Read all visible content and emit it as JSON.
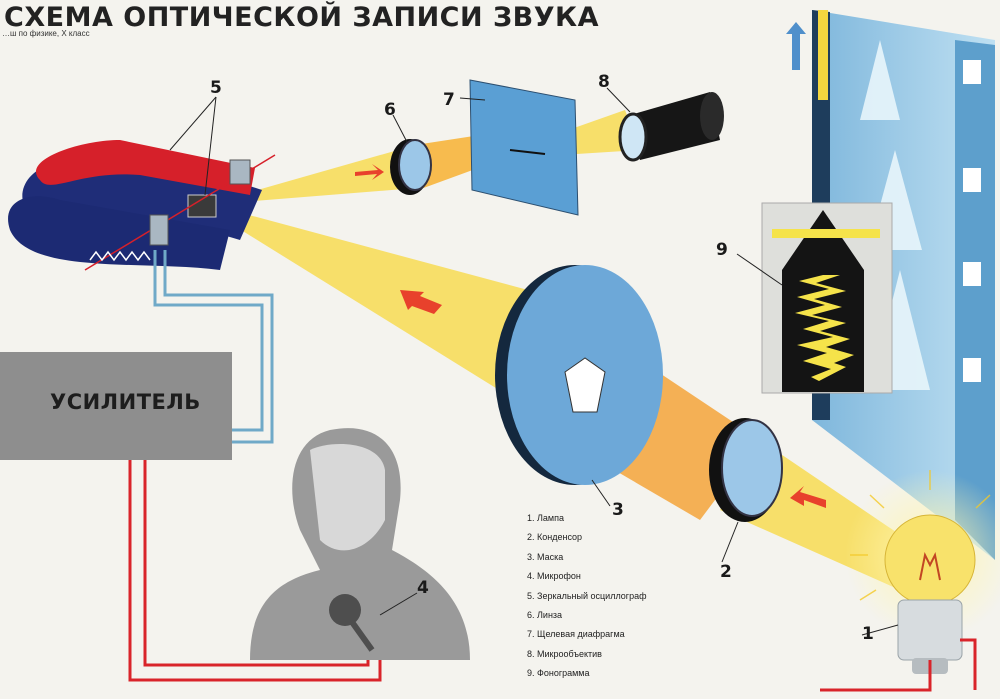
{
  "title": "СХЕМА ОПТИЧЕСКОЙ ЗАПИСИ ЗВУКА",
  "subtitle": "…ш по физике, X класс",
  "amplifier_label": "УСИЛИТЕЛЬ",
  "numbers": [
    "1",
    "2",
    "3",
    "4",
    "5",
    "6",
    "7",
    "8",
    "9"
  ],
  "legend": [
    "1. Лампа",
    "2. Конденсор",
    "3. Маска",
    "4. Микрофон",
    "5. Зеркальный осциллограф",
    "6. Линза",
    "7. Щелевая диафрагма",
    "8. Микрообъектив",
    "9. Фонограмма"
  ],
  "colors": {
    "beam": "#f6d640",
    "magnet_red": "#e3202b",
    "magnet_blue": "#22307a",
    "film_blue": "#8fc3e3",
    "wire_blue": "#6fa9c8",
    "wire_red": "#d9242a",
    "amplifier": "#8e8e8e",
    "arrow": "#e8412c"
  }
}
